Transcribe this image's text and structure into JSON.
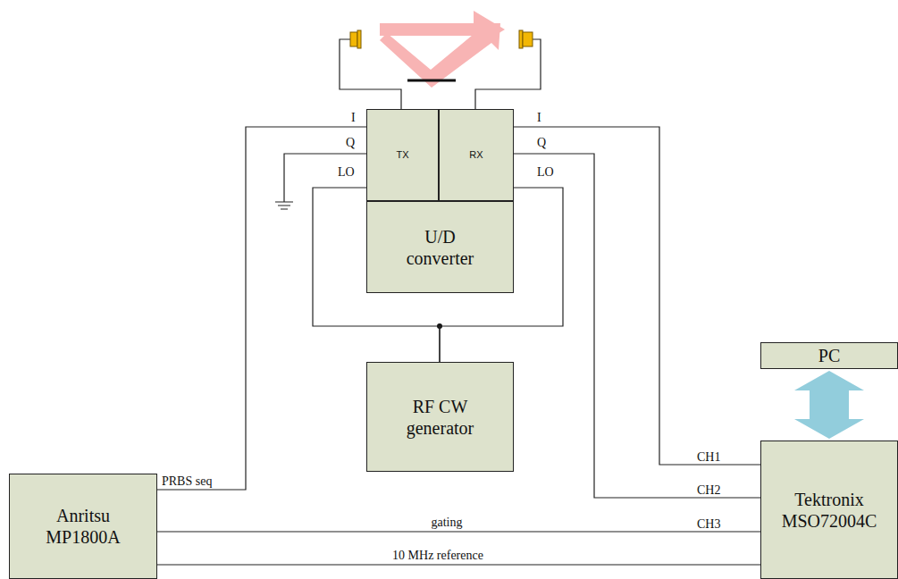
{
  "diagram": {
    "nodes": [
      {
        "text": [
          "TX"
        ]
      },
      {
        "text": [
          "RX"
        ]
      },
      {
        "text": [
          "U/D converter"
        ]
      },
      {
        "text": [
          "RF CW generator"
        ]
      },
      {
        "text": [
          "Anritsu MP1800A"
        ]
      },
      {
        "text": [
          "Tektronix MSO72004C"
        ]
      },
      {
        "text": [
          "PC"
        ]
      }
    ],
    "edges": [
      {
        "from": 4,
        "to": 0,
        "arrow": "none"
      },
      {
        "from": 3,
        "to": 0,
        "arrow": "none"
      },
      {
        "from": 3,
        "to": 1,
        "arrow": "none"
      },
      {
        "from": 1,
        "to": 5,
        "arrow": "none"
      },
      {
        "from": 1,
        "to": 5,
        "arrow": "none"
      },
      {
        "from": 4,
        "to": 5,
        "label": "gating",
        "arrow": "none"
      },
      {
        "from": 4,
        "to": 5,
        "label": "10 MHz reference",
        "arrow": "none"
      },
      {
        "from": 6,
        "to": 5,
        "arrow": "both"
      }
    ],
    "labels": [
      "I",
      "Q",
      "LO",
      "I",
      "Q",
      "LO",
      "PRBS seq",
      "CH1",
      "CH2",
      "CH3"
    ]
  }
}
